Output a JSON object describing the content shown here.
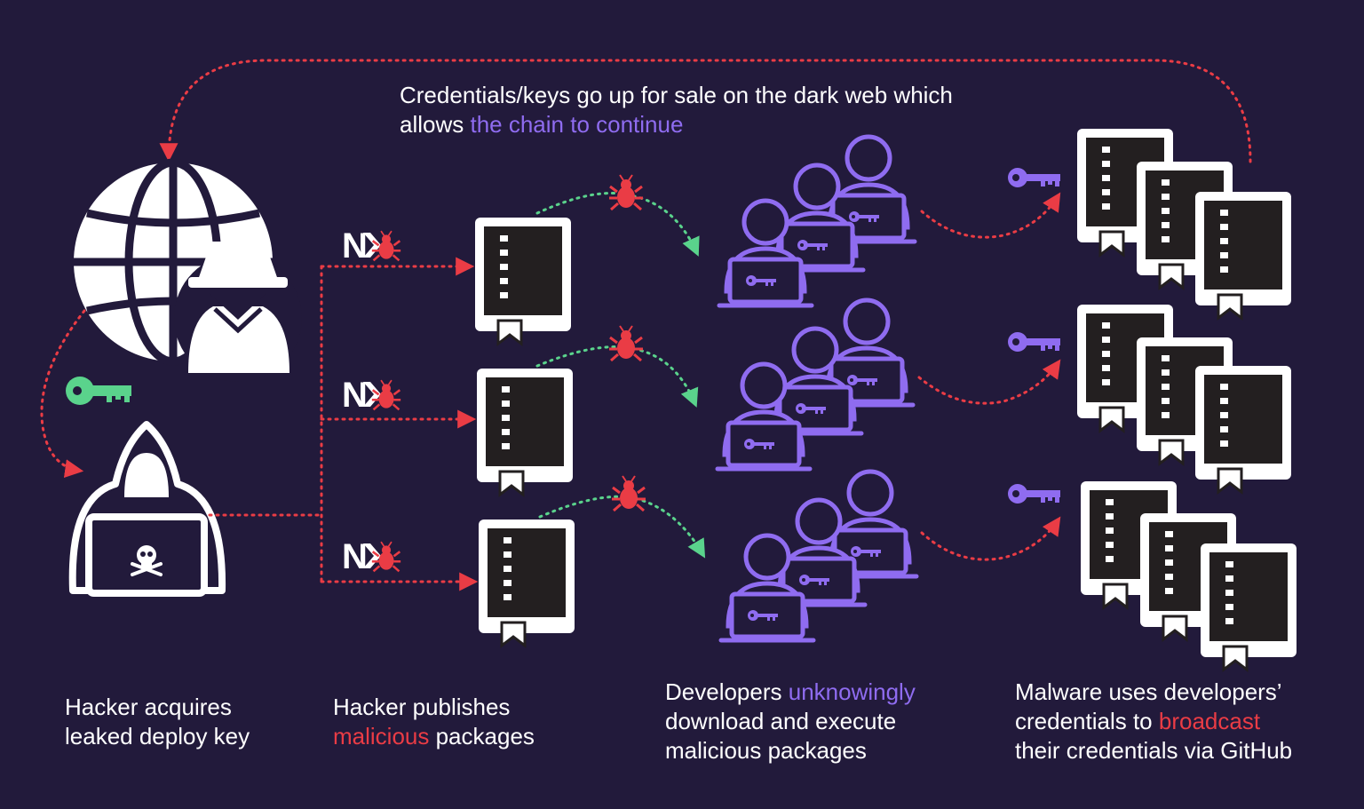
{
  "colors": {
    "background": "#221a3b",
    "white": "#ffffff",
    "purple": "#8f6cf0",
    "red": "#ea3c45",
    "green": "#5ad38c",
    "book_fill": "#231f20"
  },
  "top_caption": {
    "line1": "Credentials/keys go up for sale on the dark web which",
    "line2_plain": "allows ",
    "line2_highlight": "the chain to continue"
  },
  "captions": {
    "hacker_acquires": {
      "line1": "Hacker acquires",
      "line2": "leaked deploy key"
    },
    "hacker_publishes": {
      "line1": "Hacker publishes",
      "line2_highlight": "malicious",
      "line2_plain": " packages"
    },
    "developers": {
      "line1_plain": "Developers ",
      "line1_highlight": "unknowingly",
      "line2": "download and execute",
      "line3": "malicious packages"
    },
    "malware": {
      "line1": "Malware uses developers’",
      "line2_plain": "credentials to ",
      "line2_highlight": "broadcast",
      "line3": "their credentials via GitHub"
    }
  },
  "icons": {
    "nx_logo_text": "N",
    "nx_logo_count": 3,
    "package_book_count": 3,
    "developer_group_count": 3,
    "credential_book_stack_count": 3,
    "names": [
      "globe-icon",
      "spy-icon",
      "hacker-icon",
      "skull-icon",
      "key-icon",
      "bug-icon",
      "nx-logo-icon",
      "book-icon",
      "developer-icon",
      "laptop-icon"
    ]
  }
}
